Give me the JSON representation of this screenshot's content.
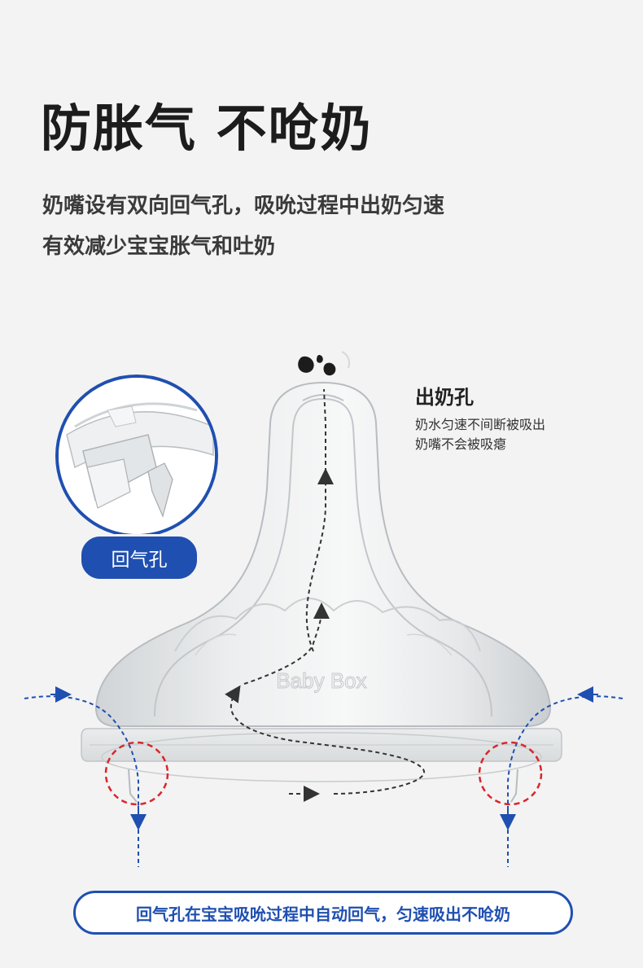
{
  "headline": "防胀气 不呛奶",
  "description": {
    "line1": "奶嘴设有双向回气孔，吸吮过程中出奶匀速",
    "line2": "有效减少宝宝胀气和吐奶"
  },
  "milk_hole": {
    "title": "出奶孔",
    "desc_line1": "奶水匀速不间断被吸出",
    "desc_line2": "奶嘴不会被吸瘪"
  },
  "vent_zoom": {
    "label": "回气孔"
  },
  "nipple_embossing": "Baby Box",
  "bottom_note": "回气孔在宝宝吸吮过程中自动回气，匀速吸出不呛奶",
  "colors": {
    "accent": "#1f4fb0",
    "highlight_circle": "#d9262c",
    "flow_arrow": "#333333",
    "air_arrow": "#1f4fb0",
    "background": "#f3f3f3"
  },
  "icons": [
    "milk-drop-icon",
    "flow-arrow-icon",
    "air-flow-arrow-icon"
  ]
}
